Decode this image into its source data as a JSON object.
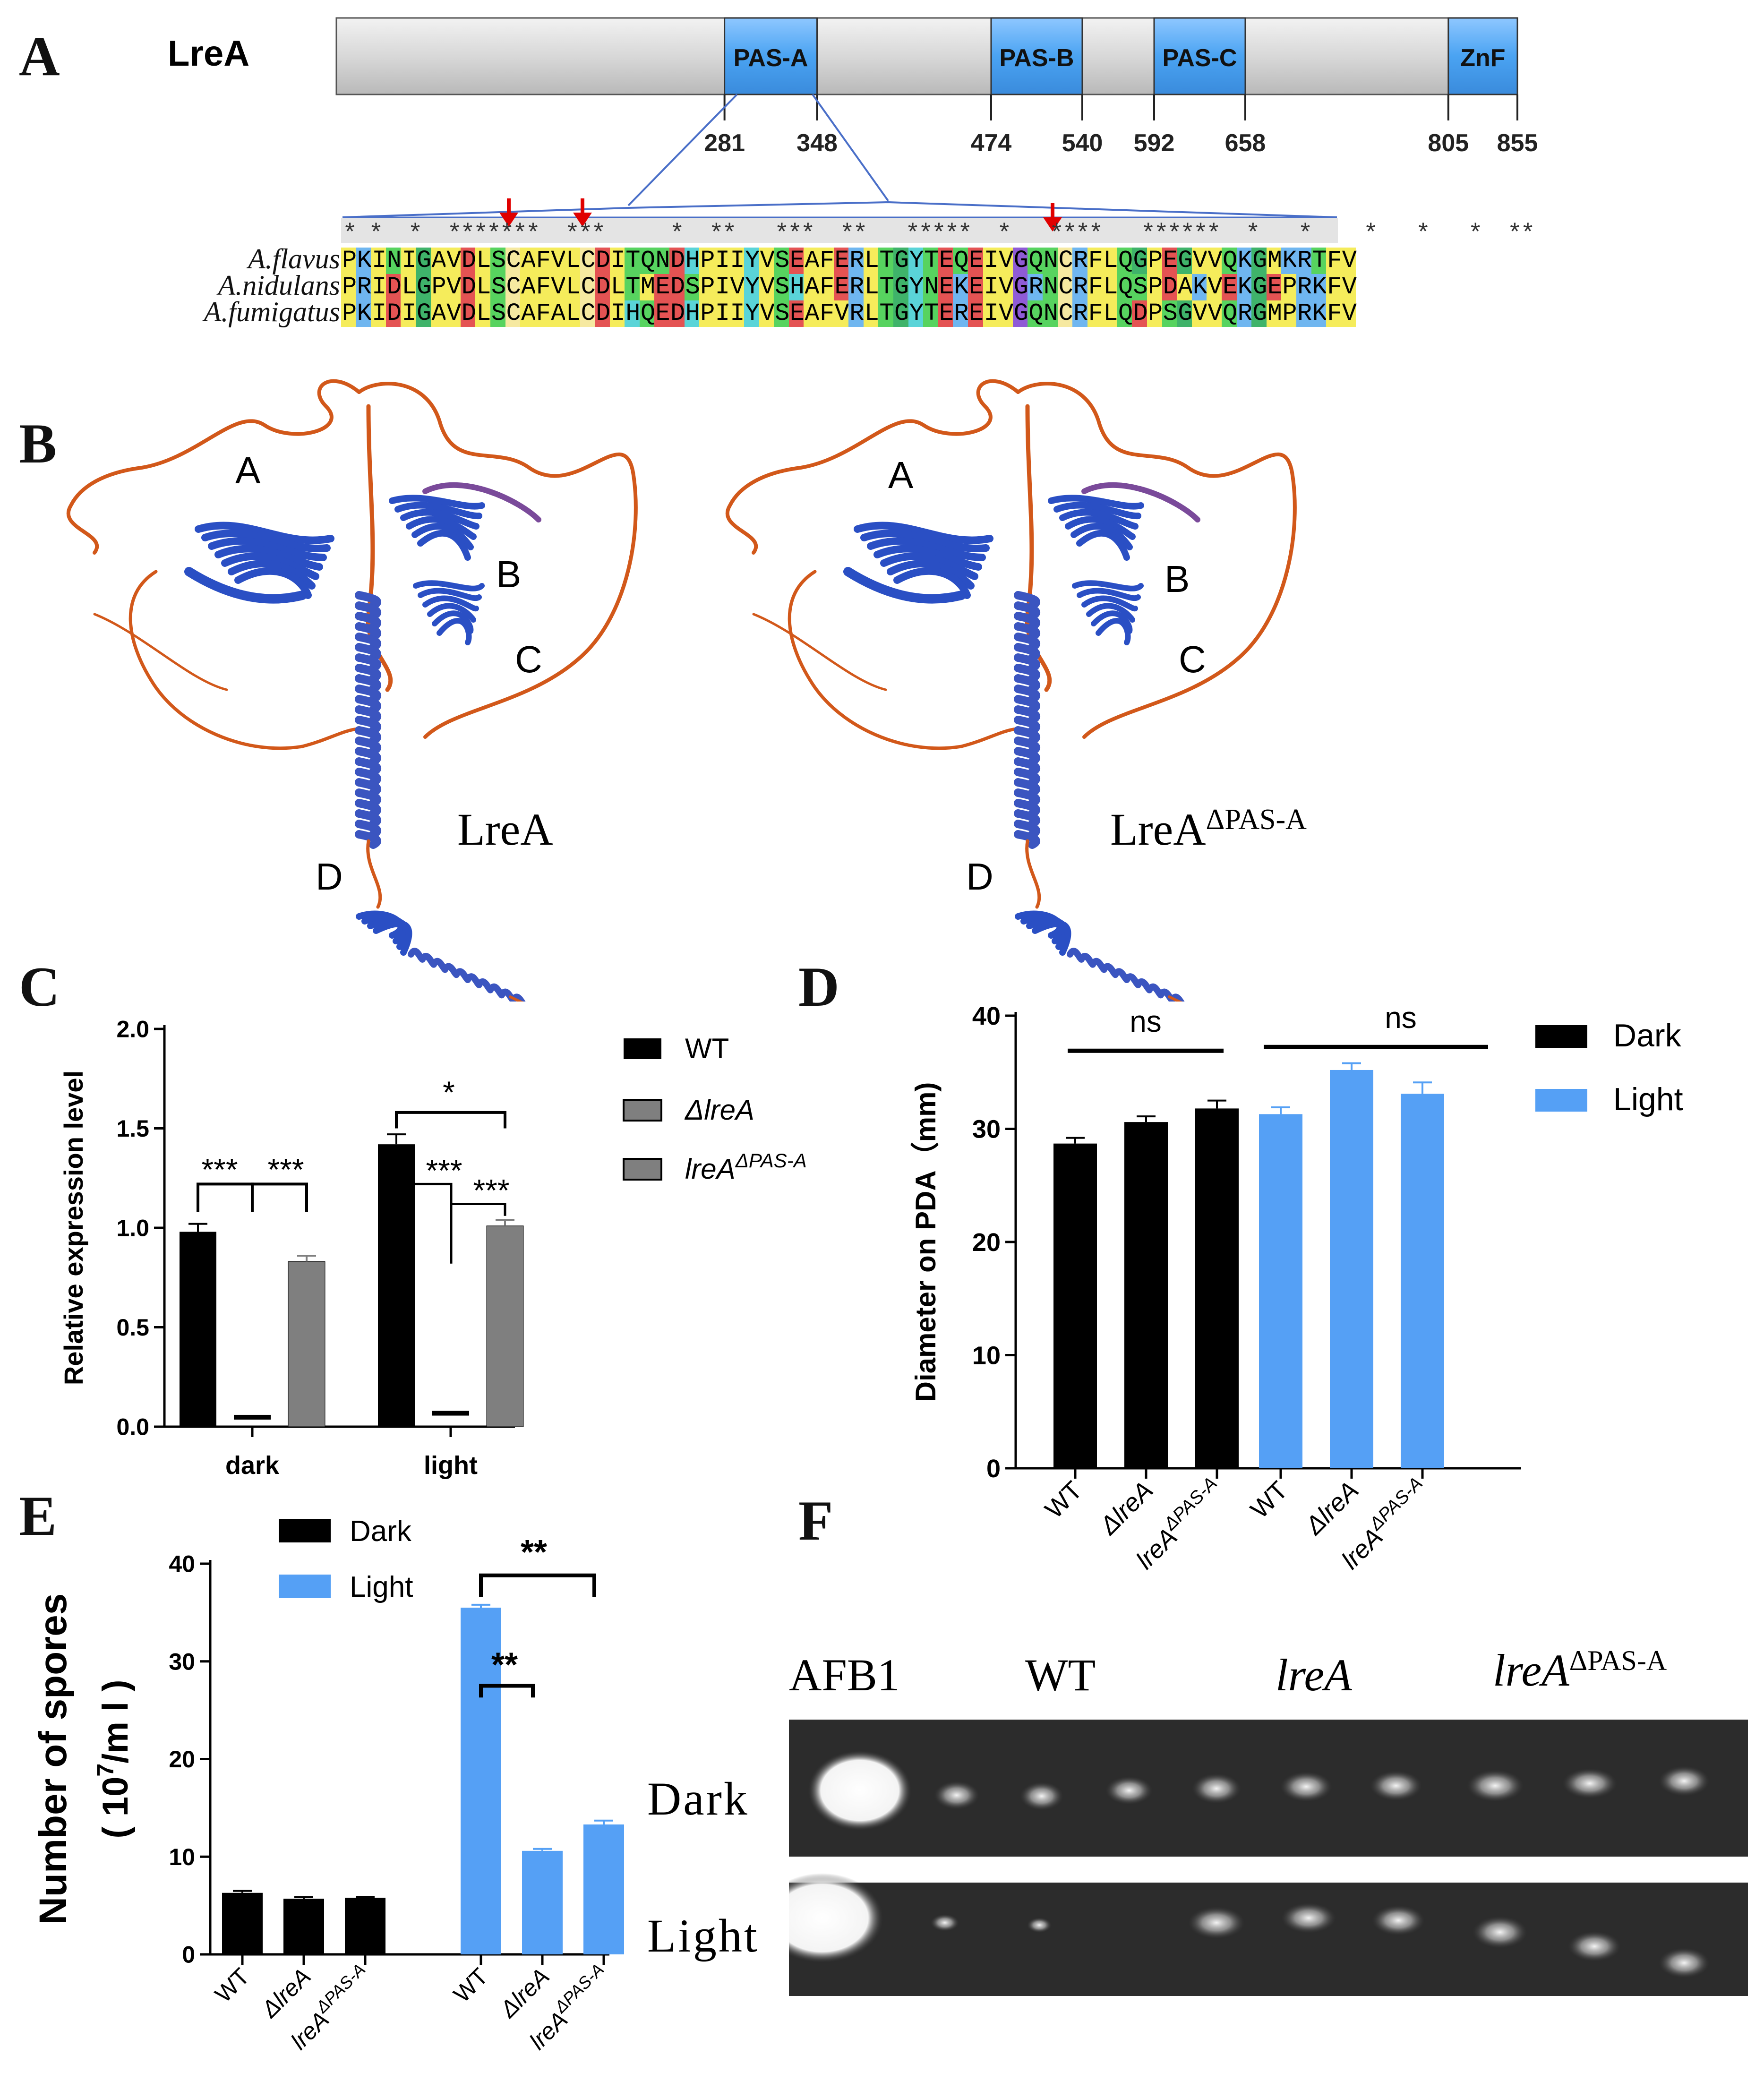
{
  "panels": {
    "a": "A",
    "b": "B",
    "c": "C",
    "d": "D",
    "e": "E",
    "f": "F"
  },
  "panelA": {
    "protein": "LreA",
    "domains": [
      {
        "name": "PAS-A",
        "start": 281,
        "end": 348
      },
      {
        "name": "PAS-B",
        "start": 474,
        "end": 540
      },
      {
        "name": "PAS-C",
        "start": 592,
        "end": 658
      },
      {
        "name": "ZnF",
        "start": 805,
        "end": 855
      }
    ],
    "ticks": [
      "281",
      "348",
      "474",
      "540",
      "592",
      "658",
      "805",
      "855"
    ],
    "conservation": "* *  *  *******  ***     *  **   ***  **   *****  *   ****   ******  *   *    *   *   *  **",
    "alignment": [
      {
        "species": "A.flavus",
        "seq": "PKINIGAVDLSCAFVLCDITQNDHPIIYVSEAFERLTGYTEQEIVGQNCRFLQGPEGVVQKGMKRTFV"
      },
      {
        "species": "A.nidulans",
        "seq": "PRIDLGPVDLSCAFVLCDLTMEDSPIVYVSHAFERLTGYNEKEIVGRNCRFLQSPDAKVEKGEPRKFV"
      },
      {
        "species": "A.fumigatus",
        "seq": "PKIDIGAVDLSCAFALCDIHQEDHPIIYVSEAFVRLTGYTEREIVGQNCRFLQDPSGVVQRGMPRKFV"
      }
    ]
  },
  "panelB": {
    "left_title": "LreA",
    "right_title": "LreA",
    "right_sup": "ΔPAS-A",
    "region_labels": [
      "A",
      "B",
      "C",
      "D"
    ]
  },
  "panelC": {
    "ylabel": "Relative expression level",
    "legend": [
      "WT",
      "ΔlreA",
      "lreA"
    ],
    "legend_sup": "ΔPAS-A",
    "sig": [
      "***",
      "***",
      "*",
      "***",
      "***"
    ],
    "chart_data": {
      "type": "bar",
      "categories": [
        "dark",
        "light"
      ],
      "series": [
        {
          "name": "WT",
          "values": [
            0.98,
            1.42
          ],
          "errors": [
            0.04,
            0.05
          ]
        },
        {
          "name": "ΔlreA",
          "values": [
            0.05,
            0.07
          ],
          "errors": [
            0.005,
            0.005
          ]
        },
        {
          "name": "lreAΔPAS-A",
          "values": [
            0.83,
            1.01
          ],
          "errors": [
            0.03,
            0.03
          ]
        }
      ],
      "ylim": [
        0,
        2.0
      ],
      "yticks": [
        "0.0",
        "0.5",
        "1.0",
        "1.5",
        "2.0"
      ],
      "colors": [
        "#000000",
        "#7f7f7f",
        "#7f7f7f"
      ]
    }
  },
  "panelD": {
    "ylabel": "Diameter on PDA（mm)",
    "legend": [
      "Dark",
      "Light"
    ],
    "sig": [
      "ns",
      "ns"
    ],
    "xticks": [
      "WT",
      "ΔlreA",
      "lreA",
      "WT",
      "ΔlreA",
      "lreA"
    ],
    "xtick_sup": "ΔPAS-A",
    "chart_data": {
      "type": "bar",
      "groups": [
        "Dark",
        "Light"
      ],
      "categories": [
        "WT",
        "ΔlreA",
        "lreAΔPAS-A"
      ],
      "series": [
        {
          "name": "Dark",
          "values": [
            28.7,
            30.6,
            31.8
          ],
          "errors": [
            0.5,
            0.5,
            0.7
          ]
        },
        {
          "name": "Light",
          "values": [
            31.3,
            35.2,
            33.1
          ],
          "errors": [
            0.6,
            0.6,
            1.0
          ]
        }
      ],
      "ylim": [
        0,
        40
      ],
      "yticks": [
        "0",
        "10",
        "20",
        "30",
        "40"
      ],
      "colors": [
        "#000000",
        "#55a0f5"
      ]
    }
  },
  "panelE": {
    "ylabel_line1": "Number of spores",
    "ylabel_line2": "( 10",
    "ylabel_sup": "7",
    "ylabel_unit": "/m l )",
    "legend": [
      "Dark",
      "Light"
    ],
    "sig": [
      "**",
      "**"
    ],
    "xticks": [
      "WT",
      "ΔlreA",
      "lreA",
      "WT",
      "ΔlreA",
      "lreA"
    ],
    "xtick_sup": "ΔPAS-A",
    "chart_data": {
      "type": "bar",
      "groups": [
        "Dark",
        "Light"
      ],
      "categories": [
        "WT",
        "ΔlreA",
        "lreAΔPAS-A"
      ],
      "series": [
        {
          "name": "Dark",
          "values": [
            6.3,
            5.7,
            5.8
          ],
          "errors": [
            0.2,
            0.15,
            0.1
          ]
        },
        {
          "name": "Light",
          "values": [
            35.5,
            10.6,
            13.3
          ],
          "errors": [
            0.3,
            0.2,
            0.4
          ]
        }
      ],
      "ylim": [
        0,
        40
      ],
      "yticks": [
        "0",
        "10",
        "20",
        "30",
        "40"
      ],
      "colors": [
        "#000000",
        "#55a0f5"
      ]
    }
  },
  "panelF": {
    "lanes": [
      "AFB1",
      "WT",
      "lreA",
      "lreA"
    ],
    "lane_sup": "ΔPAS-A",
    "rows": [
      "Dark",
      "Light"
    ]
  }
}
